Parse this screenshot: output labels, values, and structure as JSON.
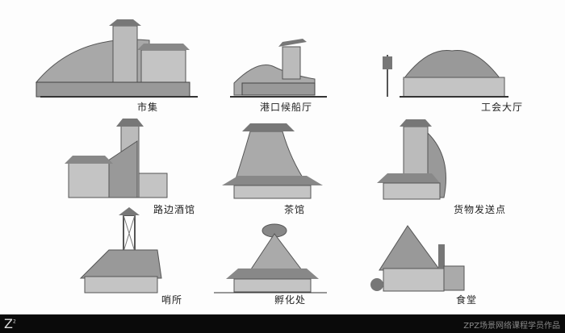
{
  "buildings": [
    {
      "label": "市集"
    },
    {
      "label": "港口候船厅"
    },
    {
      "label": "工会大厅"
    },
    {
      "label": "路边酒馆"
    },
    {
      "label": "茶馆"
    },
    {
      "label": "货物发送点"
    },
    {
      "label": "哨所"
    },
    {
      "label": "孵化处"
    },
    {
      "label": "食堂"
    }
  ],
  "footer": {
    "logo": "Z",
    "credit": "ZPZ场景网络课程学员作品"
  },
  "colors": {
    "sketch": "#6e6e6e",
    "shade": "#9a9a9a",
    "light": "#c8c8c8",
    "footer": "#0a0a0a"
  }
}
